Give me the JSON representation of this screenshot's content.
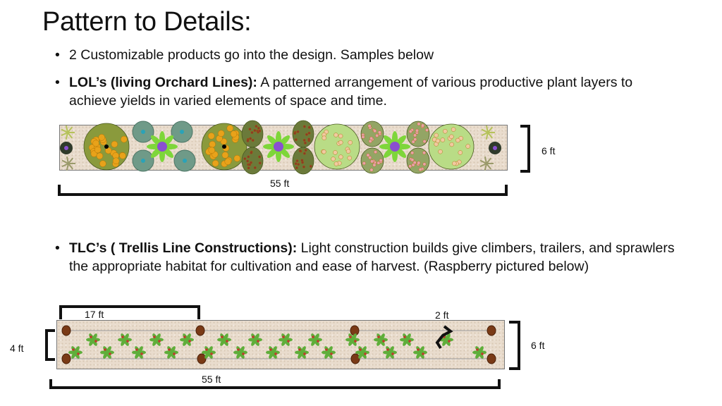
{
  "title": "Pattern to Details:",
  "bullets": [
    {
      "bold": "",
      "text": "2 Customizable products go into the design. Samples below"
    },
    {
      "bold": "LOL’s (living Orchard Lines):",
      "text": " A patterned arrangement of various productive plant layers to achieve yields in varied elements of space and time."
    },
    {
      "bold": "TLC’s ( Trellis Line Constructions):",
      "text": " Light construction builds give climbers, trailers, and sprawlers the appropriate habitat for cultivation and ease of harvest. (Raspberry pictured below)"
    }
  ],
  "bullet_symbol": "•",
  "lol_diagram": {
    "width_label": "6 ft",
    "length_label": "55 ft"
  },
  "tlc_diagram": {
    "section_label": "17 ft",
    "spacing_label": "2 ft",
    "row_width_label": "4 ft",
    "width_label": "6 ft",
    "length_label": "55 ft"
  },
  "colors": {
    "soil": "#e9dccd",
    "fruit_tree": "#8a9a3c",
    "fruit": "#e8a21a",
    "shrub_dark": "#6b7a3a",
    "shrub_light": "#b9dc86",
    "groundcover": "#6f9a88",
    "flower_leaf": "#7ed63a",
    "flower": "#8a4fd0",
    "post": "#7a3a16"
  }
}
